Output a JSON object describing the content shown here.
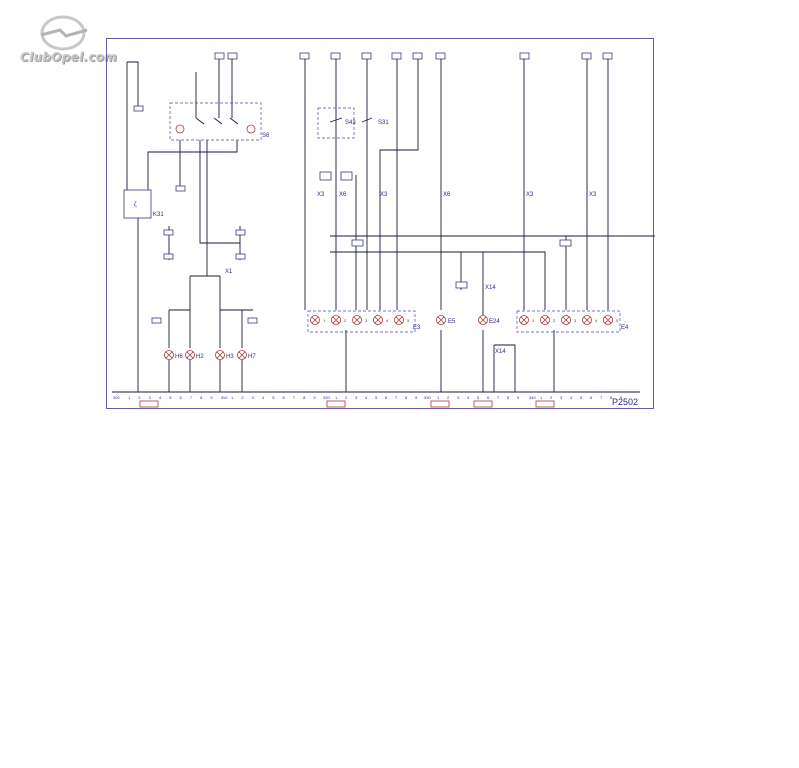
{
  "watermark": {
    "text": "ClubOpel.com"
  },
  "diagram": {
    "code": "P2502",
    "components": {
      "K31": "K31",
      "S6": "S6",
      "S31": "S31",
      "S43": "S43",
      "H6": "H6",
      "H2": "H2",
      "H3": "H3",
      "H7": "H7",
      "E3": "E3",
      "E5": "E5",
      "E24": "E24",
      "E4": "E4",
      "X1": "X1",
      "X3a": "X3",
      "X6a": "X6",
      "X3b": "X3",
      "X6b": "X6",
      "X3c": "X3",
      "X3d": "X3",
      "X14a": "X14",
      "X14b": "X14"
    },
    "lamp_numbers_e3": [
      "1",
      "2",
      "3",
      "4",
      "5"
    ],
    "lamp_numbers_e4": [
      "1",
      "2",
      "3",
      "4",
      "5"
    ],
    "ruler": {
      "start": "300",
      "marks_a": [
        "1",
        "2",
        "3",
        "4",
        "5",
        "6",
        "7",
        "8",
        "9",
        "310",
        "1",
        "2",
        "3",
        "4",
        "5",
        "6",
        "7",
        "8",
        "9"
      ],
      "mid_a": "320",
      "marks_b": [
        "1",
        "2",
        "3",
        "4",
        "5",
        "6",
        "7",
        "8",
        "9"
      ],
      "mid_b": "330",
      "marks_c": [
        "1",
        "2",
        "3",
        "4",
        "5",
        "6",
        "7",
        "8",
        "9"
      ],
      "mid_c": "340",
      "marks_d": [
        "1",
        "2",
        "3",
        "4",
        "5",
        "6",
        "7",
        "8",
        "9"
      ]
    }
  }
}
